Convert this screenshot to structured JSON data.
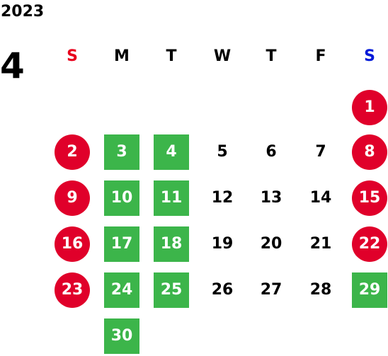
{
  "calendar": {
    "year": "2023",
    "month": "4",
    "weekdays": [
      "S",
      "M",
      "T",
      "W",
      "T",
      "F",
      "S"
    ],
    "weekday_colors": [
      "#e8001c",
      "#000000",
      "#000000",
      "#000000",
      "#000000",
      "#000000",
      "#0018d8"
    ],
    "colors": {
      "holiday": "#e0002a",
      "closed": "#3cb54a"
    },
    "weeks": [
      [
        {
          "day": "",
          "type": "empty"
        },
        {
          "day": "",
          "type": "empty"
        },
        {
          "day": "",
          "type": "empty"
        },
        {
          "day": "",
          "type": "empty"
        },
        {
          "day": "",
          "type": "empty"
        },
        {
          "day": "",
          "type": "empty"
        },
        {
          "day": "1",
          "type": "holiday"
        }
      ],
      [
        {
          "day": "2",
          "type": "holiday"
        },
        {
          "day": "3",
          "type": "closed"
        },
        {
          "day": "4",
          "type": "closed"
        },
        {
          "day": "5",
          "type": "normal"
        },
        {
          "day": "6",
          "type": "normal"
        },
        {
          "day": "7",
          "type": "normal"
        },
        {
          "day": "8",
          "type": "holiday"
        }
      ],
      [
        {
          "day": "9",
          "type": "holiday"
        },
        {
          "day": "10",
          "type": "closed"
        },
        {
          "day": "11",
          "type": "closed"
        },
        {
          "day": "12",
          "type": "normal"
        },
        {
          "day": "13",
          "type": "normal"
        },
        {
          "day": "14",
          "type": "normal"
        },
        {
          "day": "15",
          "type": "holiday"
        }
      ],
      [
        {
          "day": "16",
          "type": "holiday"
        },
        {
          "day": "17",
          "type": "closed"
        },
        {
          "day": "18",
          "type": "closed"
        },
        {
          "day": "19",
          "type": "normal"
        },
        {
          "day": "20",
          "type": "normal"
        },
        {
          "day": "21",
          "type": "normal"
        },
        {
          "day": "22",
          "type": "holiday"
        }
      ],
      [
        {
          "day": "23",
          "type": "holiday"
        },
        {
          "day": "24",
          "type": "closed"
        },
        {
          "day": "25",
          "type": "closed"
        },
        {
          "day": "26",
          "type": "normal"
        },
        {
          "day": "27",
          "type": "normal"
        },
        {
          "day": "28",
          "type": "normal"
        },
        {
          "day": "29",
          "type": "closed"
        }
      ],
      [
        {
          "day": "",
          "type": "empty"
        },
        {
          "day": "30",
          "type": "closed"
        },
        {
          "day": "",
          "type": "empty"
        },
        {
          "day": "",
          "type": "empty"
        },
        {
          "day": "",
          "type": "empty"
        },
        {
          "day": "",
          "type": "empty"
        },
        {
          "day": "",
          "type": "empty"
        }
      ]
    ]
  }
}
